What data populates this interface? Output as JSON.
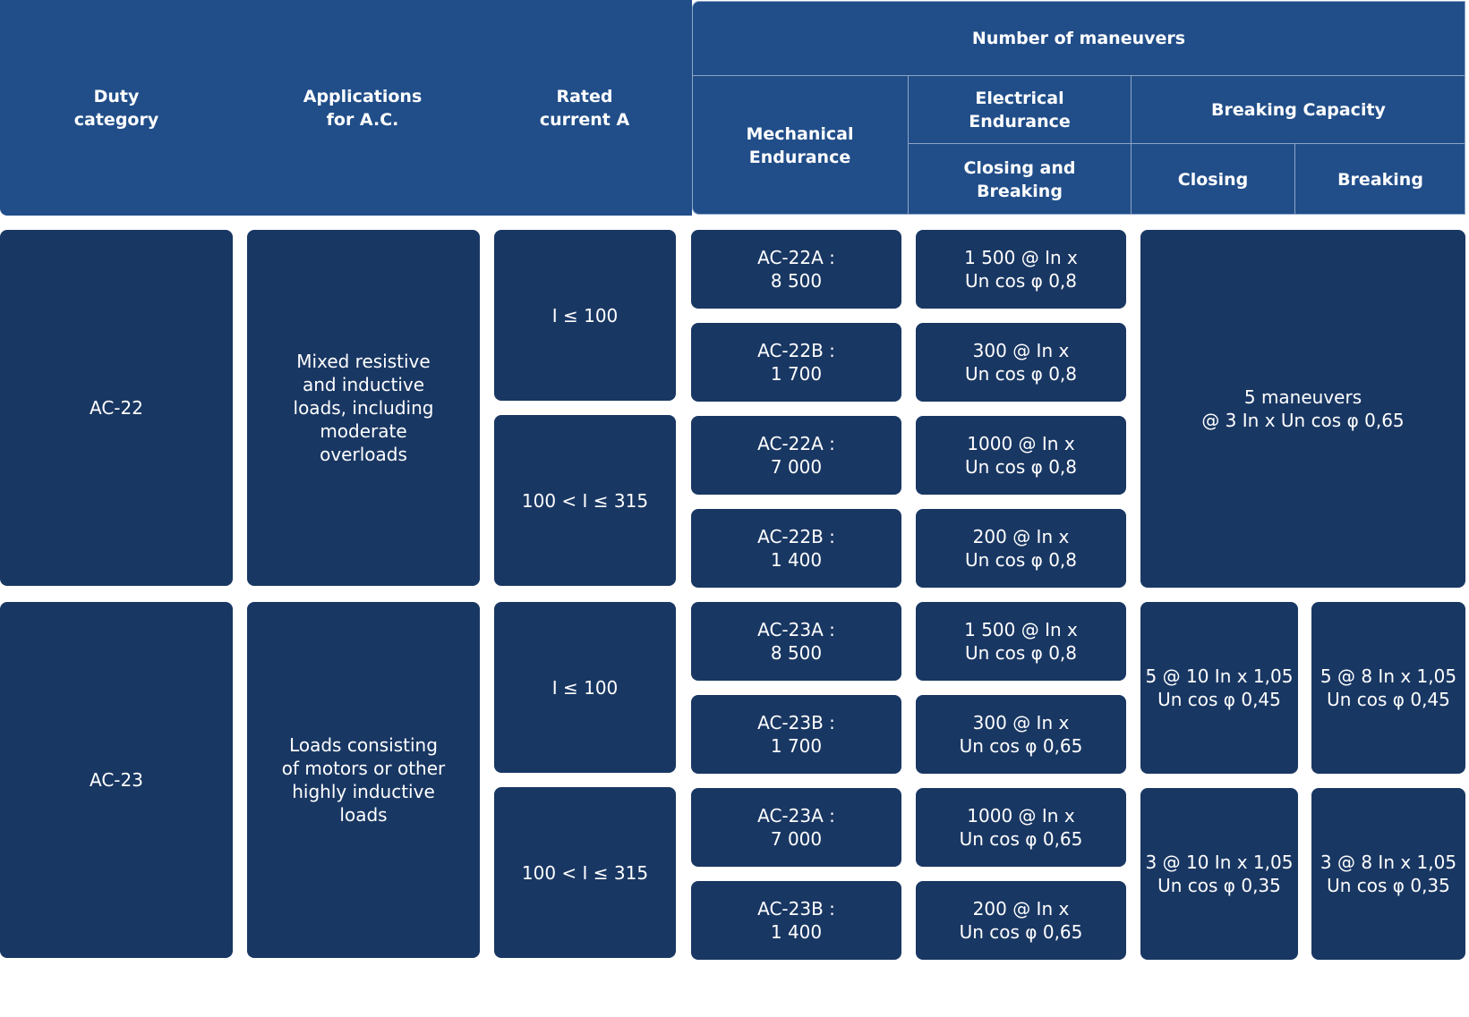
{
  "header": {
    "duty_category": "Duty\ncategory",
    "applications": "Applications\nfor A.C.",
    "rated_current": "Rated\ncurrent A",
    "number_of_maneuvers": "Number of maneuvers",
    "mechanical_endurance": "Mechanical\nEndurance",
    "electrical_endurance": "Electrical\nEndurance",
    "closing_and_breaking": "Closing and\nBreaking",
    "breaking_capacity": "Breaking Capacity",
    "closing": "Closing",
    "breaking": "Breaking"
  },
  "rows": [
    {
      "category": "AC-22",
      "application": "Mixed resistive\nand inductive\nloads, including\nmoderate\noverloads",
      "ranges": [
        {
          "current": "I ≤ 100",
          "mechanical": [
            "AC-22A :\n8 500",
            "AC-22B :\n1 700"
          ],
          "electrical": [
            "1 500 @ In x\nUn cos φ 0,8",
            "300 @ In x\nUn cos φ 0,8"
          ]
        },
        {
          "current": "100 < I ≤ 315",
          "mechanical": [
            "AC-22A :\n7 000",
            "AC-22B :\n1 400"
          ],
          "electrical": [
            "1000 @ In x\nUn cos φ 0,8",
            "200 @ In x\nUn cos φ 0,8"
          ]
        }
      ],
      "breaking_capacity": "5 maneuvers\n@ 3 In x Un cos φ 0,65"
    },
    {
      "category": "AC-23",
      "application": "Loads consisting\nof motors or other\nhighly inductive\nloads",
      "ranges": [
        {
          "current": "I ≤ 100",
          "mechanical": [
            "AC-23A :\n8 500",
            "AC-23B :\n1 700"
          ],
          "electrical": [
            "1 500 @ In x\nUn cos φ 0,8",
            "300 @ In x\nUn cos φ 0,65"
          ],
          "closing": "5 @ 10 In x 1,05\nUn cos φ 0,45",
          "breaking": "5 @ 8 In x 1,05\nUn cos φ 0,45"
        },
        {
          "current": "100 < I ≤ 315",
          "mechanical": [
            "AC-23A :\n7 000",
            "AC-23B :\n1 400"
          ],
          "electrical": [
            "1000 @ In x\nUn cos φ 0,65",
            "200 @ In x\nUn cos φ 0,65"
          ],
          "closing": "3 @ 10 In x 1,05\nUn cos φ 0,35",
          "breaking": "3 @ 8 In x 1,05\nUn cos φ 0,35"
        }
      ]
    }
  ],
  "colors": {
    "header_bg": "#214e89",
    "cell_bg": "#193763",
    "divider": "#8ea6c7",
    "text": "#ffffff"
  }
}
